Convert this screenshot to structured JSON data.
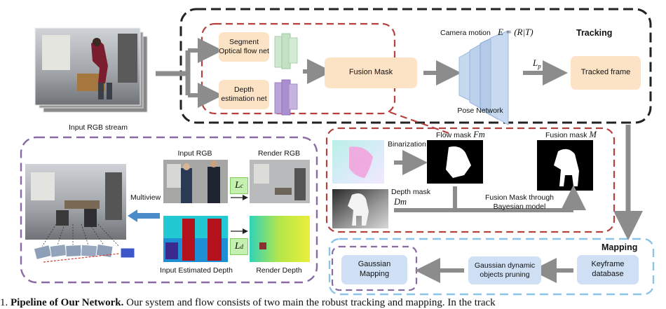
{
  "input_stream": {
    "label": "Input RGB stream"
  },
  "tracking": {
    "title": "Tracking",
    "segment_net": "Segment\nOptical flow net",
    "depth_net": "Depth\nestimation net",
    "fusion_mask": "Fusion Mask",
    "camera_motion": "Camera motion",
    "camera_eq": "E = (R|T)",
    "pose_network": "Pose Network",
    "loss_p": "L",
    "loss_p_sub": "p",
    "tracked_frame": "Tracked frame"
  },
  "fusion_detail": {
    "binarization": "Binarization",
    "flow_mask": "Flow mask",
    "flow_mask_sym": "Fm",
    "fusion_mask": "Fusion mask",
    "fusion_mask_sym": "M",
    "depth_mask": "Depth mask",
    "depth_mask_sym": "Dm",
    "bayes": "Fusion Mask through\nBayesian model"
  },
  "rendering": {
    "multiview": "Multiview",
    "input_rgb": "Input RGB",
    "render_rgb": "Render RGB",
    "loss_c": "L",
    "loss_c_sub": "c",
    "loss_d": "L",
    "loss_d_sub": "d",
    "input_depth": "Input Estimated Depth",
    "render_depth": "Render Depth"
  },
  "mapping": {
    "title": "Mapping",
    "gaussian_mapping": "Gaussian\nMapping",
    "pruning": "Gaussian dynamic\nobjects pruning",
    "keyframe_db": "Keyframe\ndatabase"
  },
  "caption": {
    "prefix": "1.",
    "bold": "Pipeline of Our Network.",
    "text": "Our system and flow consists of two main the robust tracking and mapping. In the track"
  },
  "colors": {
    "tracking_border": "#222222",
    "red_dash": "#b5413e",
    "purple_dash": "#8a6aa3",
    "blue_dash": "#8cc3e8",
    "gray_arrow": "#8c8c8c",
    "blue_arrow": "#4a8cc9"
  }
}
